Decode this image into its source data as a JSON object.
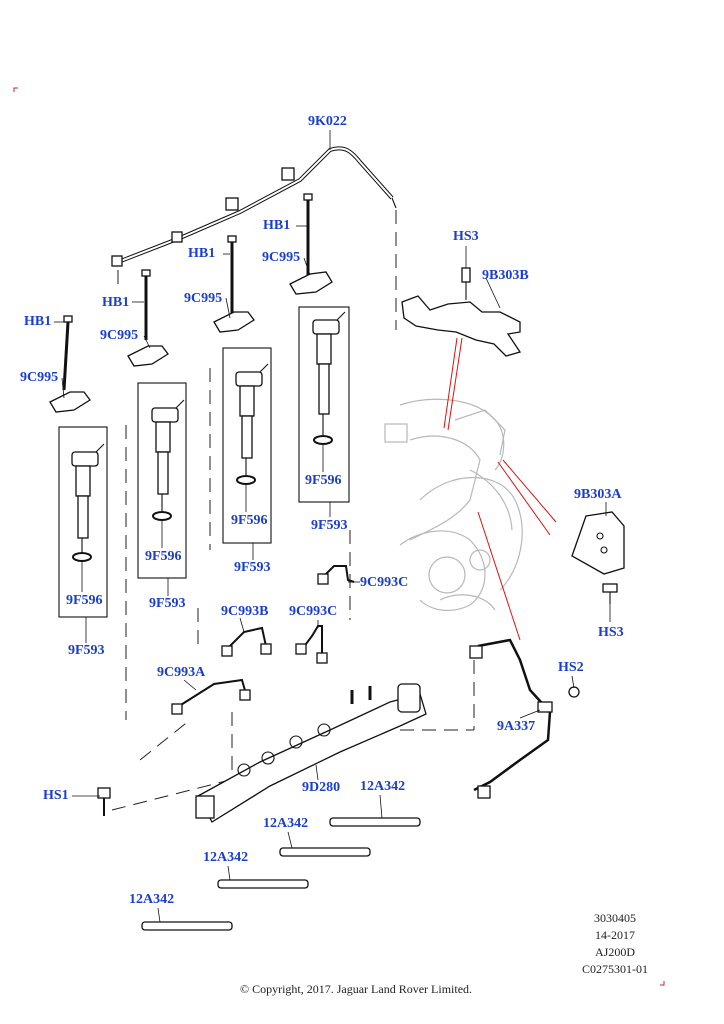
{
  "colors": {
    "callout_text": "#1a3fcc",
    "leader": "#111111",
    "highlight_line": "#e01010",
    "ghost_parts": "#b8b8b8",
    "corner_mark": "#cc2222"
  },
  "callouts": {
    "fuel_rail_harness": "9K022",
    "bolt_hb1_a": "HB1",
    "bolt_hb1_b": "HB1",
    "bolt_hb1_c": "HB1",
    "bolt_hb1_d": "HB1",
    "clamp_a": "9C995",
    "clamp_b": "9C995",
    "clamp_c": "9C995",
    "clamp_d": "9C995",
    "washer_1": "9F596",
    "washer_2": "9F596",
    "washer_3": "9F596",
    "washer_4": "9F596",
    "injector_1": "9F593",
    "injector_2": "9F593",
    "injector_3": "9F593",
    "injector_4": "9F593",
    "screw_hs3_top": "HS3",
    "bracket_top": "9B303B",
    "bracket_right": "9B303A",
    "screw_hs3_right": "HS3",
    "pipe_c_upper": "9C993C",
    "pipe_c_lower": "9C993C",
    "pipe_b": "9C993B",
    "pipe_a": "9C993A",
    "screw_hs2": "HS2",
    "supply_pipe": "9A337",
    "fuel_rail": "9D280",
    "screw_hs1": "HS1",
    "glow_plug_1": "12A342",
    "glow_plug_2": "12A342",
    "glow_plug_3": "12A342",
    "glow_plug_4": "12A342"
  },
  "doc_info": {
    "figure_number": "3030405",
    "model_year": "14-2017",
    "engine_code": "AJ200D",
    "illustration_id": "C0275301-01"
  },
  "copyright": "© Copyright, 2017. Jaguar Land Rover Limited."
}
